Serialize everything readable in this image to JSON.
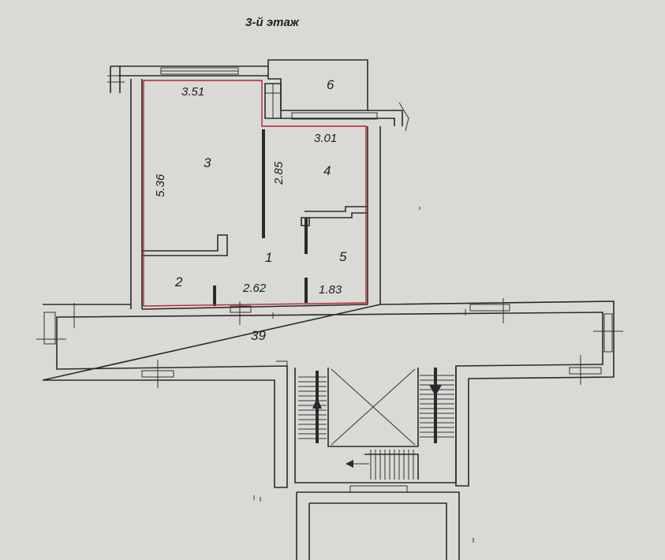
{
  "floor_title": "3-й этаж",
  "rooms": {
    "r1": "1",
    "r2": "2",
    "r3": "3",
    "r4": "4",
    "r5": "5",
    "r6": "6",
    "corridor": "39"
  },
  "dims": {
    "d351": "3.51",
    "d301": "3.01",
    "d536": "5.36",
    "d285": "2.85",
    "d262": "2.62",
    "d183": "1.83"
  },
  "colors": {
    "wall": "#2a2a2a",
    "apartment_outline": "#b1282e",
    "paper": "#d9d9d6"
  }
}
